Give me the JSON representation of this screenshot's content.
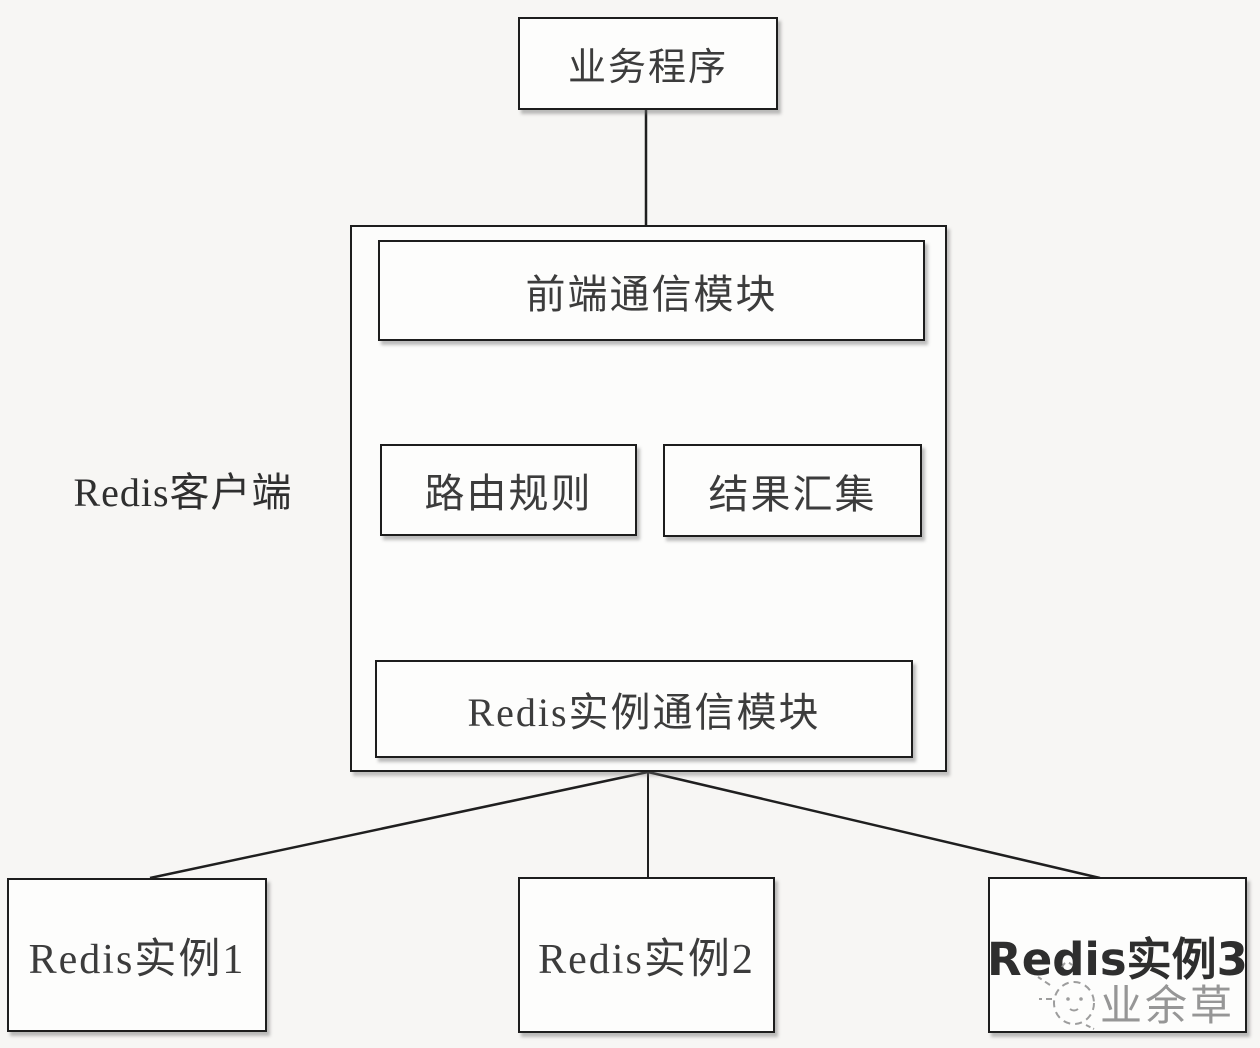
{
  "diagram": {
    "background_color": "#f7f6f4",
    "line_color": "#1f1f1f",
    "box_fill_color": "#fdfdfc",
    "box_border_color": "#1d1d1d",
    "text_color": "#3c3c3c",
    "nodes": {
      "business_app": {
        "label": "业务程序"
      },
      "client_container": {
        "label": "Redis客户端"
      },
      "frontend_module": {
        "label": "前端通信模块"
      },
      "routing_rules": {
        "label": "路由规则"
      },
      "result_aggregation": {
        "label": "结果汇集"
      },
      "instance_comm_module": {
        "label": "Redis实例通信模块"
      },
      "redis_instance_1": {
        "label": "Redis实例1"
      },
      "redis_instance_2": {
        "label": "Redis实例2"
      },
      "redis_instance_3": {
        "label": "Redis实例3"
      }
    },
    "edges": [
      {
        "from": "业务程序",
        "to": "Redis客户端",
        "style": "plain-line"
      },
      {
        "from": "前端通信模块",
        "to": "路由规则",
        "style": "arrow-down"
      },
      {
        "from": "路由规则",
        "to": "Redis实例通信模块",
        "style": "arrow-down"
      },
      {
        "from": "Redis实例通信模块",
        "to": "结果汇集",
        "style": "arrow-up"
      },
      {
        "from": "结果汇集",
        "to": "前端通信模块",
        "style": "arrow-up"
      },
      {
        "from": "Redis客户端",
        "to": "Redis实例1",
        "style": "plain-line"
      },
      {
        "from": "Redis客户端",
        "to": "Redis实例2",
        "style": "plain-line"
      },
      {
        "from": "Redis客户端",
        "to": "Redis实例3",
        "style": "plain-line"
      }
    ],
    "watermark": {
      "text": "业余草"
    }
  }
}
